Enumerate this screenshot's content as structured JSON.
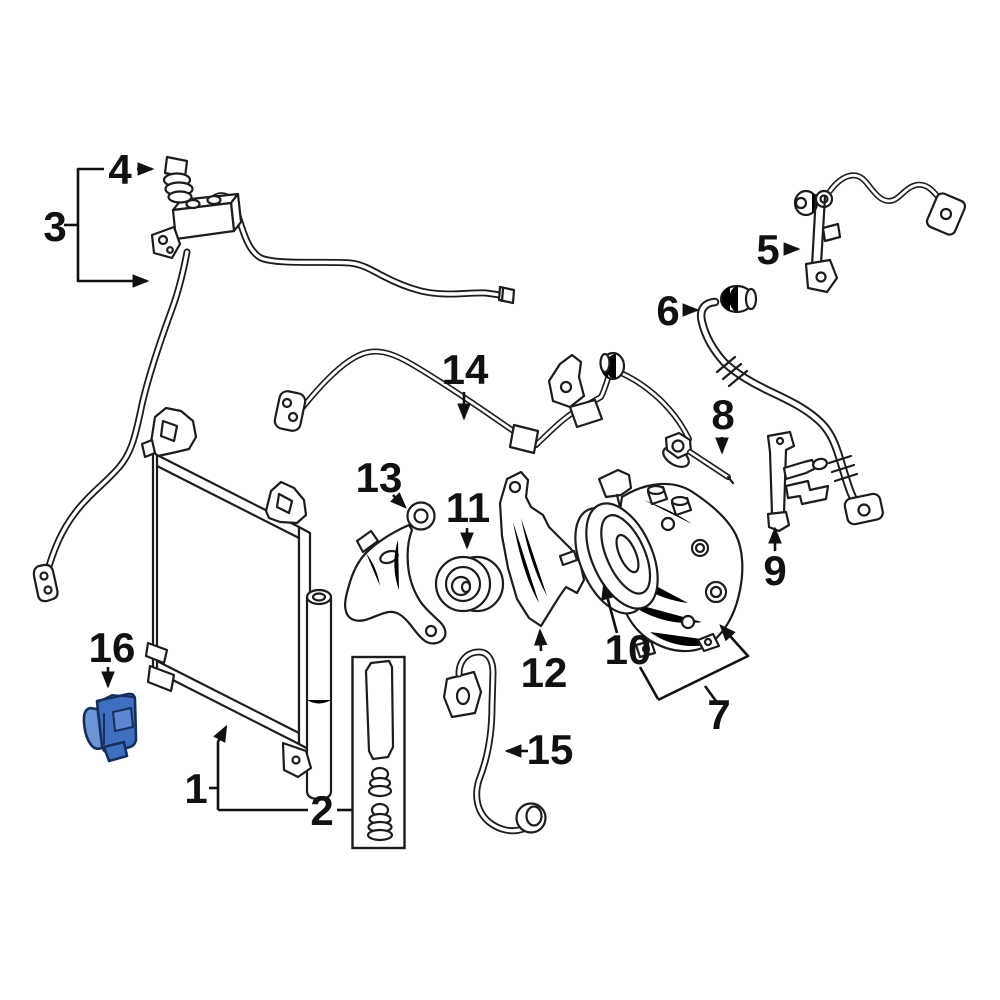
{
  "diagram": {
    "kind": "exploded-parts-line-drawing",
    "background_color": "#ffffff",
    "line_color": "#1c1c1c",
    "highlight_fill": "#3f6fc0",
    "highlight_stroke": "#14305c",
    "highlighted_callout": "16"
  },
  "callouts": [
    {
      "label": "1",
      "highlighted": false
    },
    {
      "label": "2",
      "highlighted": false
    },
    {
      "label": "3",
      "highlighted": false
    },
    {
      "label": "4",
      "highlighted": false
    },
    {
      "label": "5",
      "highlighted": false
    },
    {
      "label": "6",
      "highlighted": false
    },
    {
      "label": "7",
      "highlighted": false
    },
    {
      "label": "8",
      "highlighted": false
    },
    {
      "label": "9",
      "highlighted": false
    },
    {
      "label": "10",
      "highlighted": false
    },
    {
      "label": "11",
      "highlighted": false
    },
    {
      "label": "12",
      "highlighted": false
    },
    {
      "label": "13",
      "highlighted": false
    },
    {
      "label": "14",
      "highlighted": false
    },
    {
      "label": "15",
      "highlighted": false
    },
    {
      "label": "16",
      "highlighted": true
    }
  ]
}
